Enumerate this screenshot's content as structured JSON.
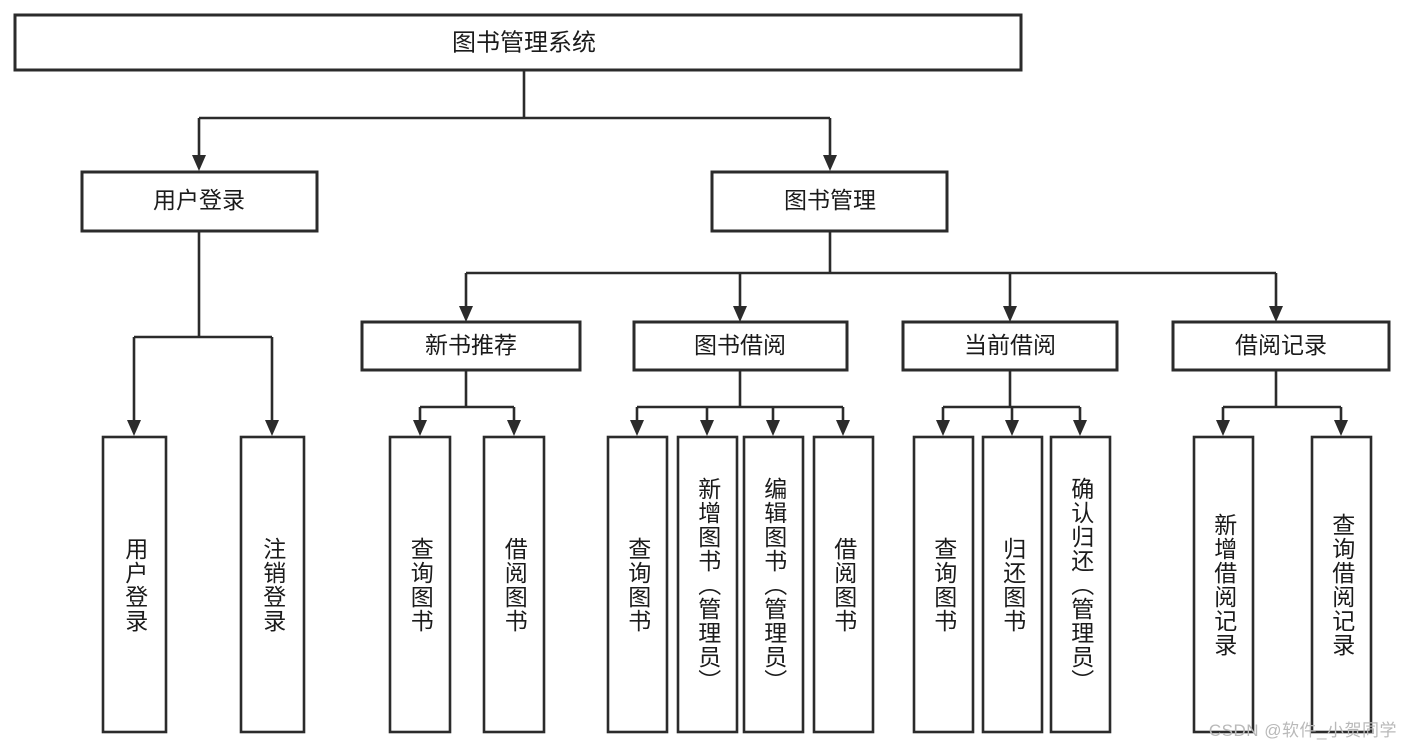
{
  "diagram": {
    "type": "tree",
    "title": "图书管理系统",
    "root": {
      "id": "root",
      "label": "图书管理系统",
      "orientation": "horizontal"
    },
    "level2": [
      {
        "id": "user-login",
        "label": "用户登录",
        "orientation": "horizontal"
      },
      {
        "id": "book-management",
        "label": "图书管理",
        "orientation": "horizontal"
      }
    ],
    "level3": [
      {
        "id": "new-book-recommend",
        "label": "新书推荐",
        "orientation": "horizontal",
        "parent": "book-management"
      },
      {
        "id": "book-borrow",
        "label": "图书借阅",
        "orientation": "horizontal",
        "parent": "book-management"
      },
      {
        "id": "current-borrow",
        "label": "当前借阅",
        "orientation": "horizontal",
        "parent": "book-management"
      },
      {
        "id": "borrow-record",
        "label": "借阅记录",
        "orientation": "horizontal",
        "parent": "book-management"
      }
    ],
    "leaves": [
      {
        "id": "leaf-user-login",
        "label": "用户登录",
        "parent": "user-login",
        "orientation": "vertical"
      },
      {
        "id": "leaf-logout-login",
        "label": "注销登录",
        "parent": "user-login",
        "orientation": "vertical"
      },
      {
        "id": "leaf-query-book-1",
        "label": "查询图书",
        "parent": "new-book-recommend",
        "orientation": "vertical"
      },
      {
        "id": "leaf-borrow-book-1",
        "label": "借阅图书",
        "parent": "new-book-recommend",
        "orientation": "vertical"
      },
      {
        "id": "leaf-query-book-2",
        "label": "查询图书",
        "parent": "book-borrow",
        "orientation": "vertical"
      },
      {
        "id": "leaf-add-book",
        "label": "新增图书（管理员）",
        "parent": "book-borrow",
        "orientation": "vertical"
      },
      {
        "id": "leaf-edit-book",
        "label": "编辑图书（管理员）",
        "parent": "book-borrow",
        "orientation": "vertical"
      },
      {
        "id": "leaf-borrow-book-2",
        "label": "借阅图书",
        "parent": "book-borrow",
        "orientation": "vertical"
      },
      {
        "id": "leaf-query-book-3",
        "label": "查询图书",
        "parent": "current-borrow",
        "orientation": "vertical"
      },
      {
        "id": "leaf-return-book",
        "label": "归还图书",
        "parent": "current-borrow",
        "orientation": "vertical"
      },
      {
        "id": "leaf-confirm-return",
        "label": "确认归还（管理员）",
        "parent": "current-borrow",
        "orientation": "vertical"
      },
      {
        "id": "leaf-add-record",
        "label": "新增借阅记录",
        "parent": "borrow-record",
        "orientation": "vertical"
      },
      {
        "id": "leaf-query-record",
        "label": "查询借阅记录",
        "parent": "borrow-record",
        "orientation": "vertical"
      }
    ],
    "style": {
      "background": "#ffffff",
      "box_fill": "#ffffff",
      "box_stroke": "#2b2b2b",
      "text_color": "#1b1b1b",
      "edge_color": "#2b2b2b"
    }
  },
  "watermark": {
    "text": "CSDN @软件_小贺同学"
  }
}
